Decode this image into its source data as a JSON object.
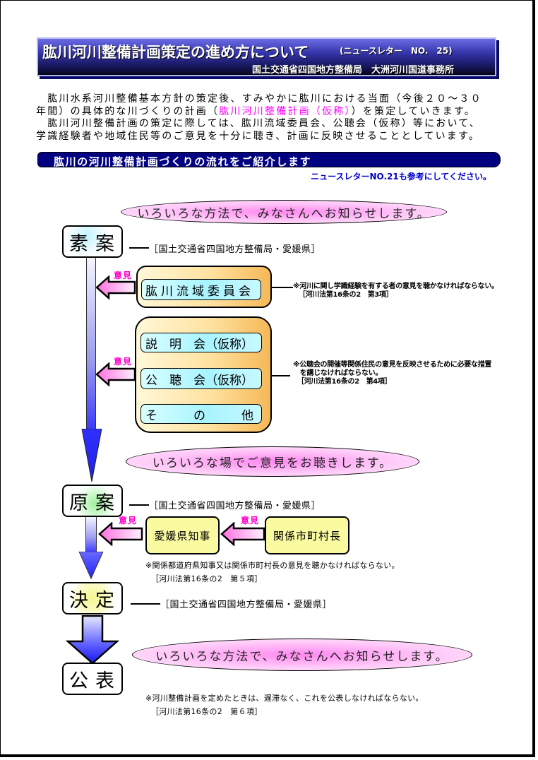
{
  "header": {
    "title": "肱川河川整備計画策定の進め方について",
    "newsletter": "(ニュースレター　NO.　25)",
    "office": "国土交通省四国地方整備局　大洲河川国道事務所"
  },
  "intro": {
    "line1": "　肱川水系河川整備基本方針の策定後、すみやかに肱川における当面（今後２０～３０",
    "line2_pre": "年間）の具体的な川づくりの計画（",
    "line2_highlight": "肱川河川整備計画（仮称）",
    "line2_post": "）を策定していきます。",
    "line3": "　肱川河川整備計画の策定に際しては、肱川流域委員会、公聴会（仮称）等において、",
    "line4": "学識経験者や地域住民等のご意見を十分に聴き、計画に反映させることとしています。"
  },
  "section": {
    "banner": "肱川の河川整備計画づくりの流れをご紹介します",
    "note": "ニュースレターNO.21も参考にしてください。"
  },
  "flow": {
    "announce_top": "いろいろな方法で、みなさんへお知らせします。",
    "listen": "いろいろな場でご意見をお聴きします。",
    "announce_bottom": "いろいろな方法で、みなさんへお知らせします。",
    "opinion_label": "意見",
    "stages": {
      "draft": "素案",
      "proposal": "原案",
      "decision": "決定",
      "publication": "公表"
    },
    "agency": "［国土交通省四国地方整備局・愛媛県］",
    "committee": "肱川流域委員会",
    "committee_law_line1": "※河川に関し学識経験を有する者の意見を聴かなければならない。",
    "committee_law_line2": "［河川法第16条の2　第3項］",
    "meetings": [
      "説　明　会（仮称）",
      "公　聴　会（仮称）",
      "そ　　　の　　　他"
    ],
    "meetings_law_line1": "※公聴会の開催等関係住民の意見を反映させるために必要な措置",
    "meetings_law_line2": "　を講じなければならない。",
    "meetings_law_line3": "［河川法第16条の2　第4項］",
    "governor": "愛媛県知事",
    "mayors": "関係市町村長",
    "governor_law_line1": "※関係都道府県知事又は関係市町村長の意見を聴かなければならない。",
    "governor_law_line2": "［河川法第16条の2　第５項］",
    "publish_law_line1": "※河川整備計画を定めたときは、遅滞なく、これを公表しなければならない。",
    "publish_law_line2": "［河川法第16条の2　第６項］"
  }
}
